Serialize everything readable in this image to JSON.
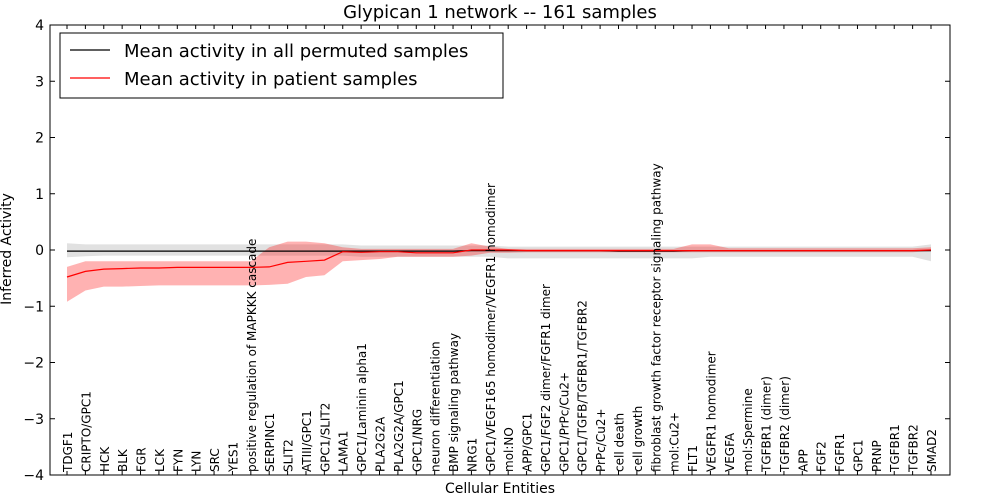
{
  "chart_data": {
    "type": "line",
    "title": "Glypican 1 network -- 161 samples",
    "xlabel": "Cellular Entities",
    "ylabel": "Inferred Activity",
    "ylim": [
      -4,
      4
    ],
    "yticks": [
      "−4",
      "−3",
      "−2",
      "−1",
      "0",
      "1",
      "2",
      "3",
      "4"
    ],
    "legend_position": "top-left",
    "categories": [
      "TDGF1",
      "CRIPTO/GPC1",
      "HCK",
      "BLK",
      "FGR",
      "LCK",
      "FYN",
      "LYN",
      "SRC",
      "YES1",
      "positive regulation of MAPKKK cascade",
      "SERPINC1",
      "SLIT2",
      "ATIII/GPC1",
      "GPC1/SLIT2",
      "LAMA1",
      "GPC1/Laminin alpha1",
      "PLA2G2A",
      "PLA2G2A/GPC1",
      "GPC1/NRG",
      "neuron differentiation",
      "BMP signaling pathway",
      "NRG1",
      "GPC1/VEGF165 homodimer/VEGFR1 homodimer",
      "mol:NO",
      "APP/GPC1",
      "GPC1/FGF2 dimer/FGFR1 dimer",
      "GPC1/PrPc/Cu2+",
      "GPC1/TGFB/TGFBR1/TGFBR2",
      "PrPc/Cu2+",
      "cell death",
      "cell growth",
      "fibroblast growth factor receptor signaling pathway",
      "mol:Cu2+",
      "FLT1",
      "VEGFR1 homodimer",
      "VEGFA",
      "mol:Spermine",
      "TGFBR1 (dimer)",
      "TGFBR2 (dimer)",
      "APP",
      "FGF2",
      "FGFR1",
      "GPC1",
      "PRNP",
      "TGFBR1",
      "TGFBR2",
      "SMAD2"
    ],
    "series": [
      {
        "name": "Mean activity in all permuted samples",
        "color": "#000000",
        "values": [
          -0.02,
          -0.02,
          -0.02,
          -0.02,
          -0.02,
          -0.02,
          -0.02,
          -0.02,
          -0.02,
          -0.02,
          -0.02,
          -0.02,
          -0.02,
          -0.02,
          -0.02,
          -0.02,
          -0.02,
          -0.02,
          -0.02,
          -0.02,
          -0.02,
          -0.02,
          -0.01,
          -0.01,
          -0.01,
          -0.01,
          -0.01,
          -0.01,
          -0.01,
          -0.01,
          -0.02,
          -0.02,
          -0.02,
          -0.02,
          -0.01,
          -0.01,
          -0.01,
          -0.01,
          -0.01,
          -0.01,
          -0.01,
          -0.01,
          -0.01,
          -0.01,
          -0.01,
          -0.01,
          -0.01,
          -0.01
        ],
        "lower": [
          -0.13,
          -0.11,
          -0.1,
          -0.1,
          -0.1,
          -0.1,
          -0.1,
          -0.1,
          -0.1,
          -0.1,
          -0.1,
          -0.1,
          -0.1,
          -0.1,
          -0.1,
          -0.1,
          -0.12,
          -0.12,
          -0.12,
          -0.12,
          -0.12,
          -0.12,
          -0.12,
          -0.12,
          -0.15,
          -0.15,
          -0.15,
          -0.15,
          -0.15,
          -0.15,
          -0.15,
          -0.15,
          -0.15,
          -0.15,
          -0.15,
          -0.12,
          -0.12,
          -0.12,
          -0.12,
          -0.12,
          -0.12,
          -0.12,
          -0.12,
          -0.12,
          -0.12,
          -0.12,
          -0.12,
          -0.2
        ],
        "upper": [
          0.12,
          0.1,
          0.1,
          0.1,
          0.1,
          0.1,
          0.1,
          0.1,
          0.1,
          0.1,
          0.1,
          0.1,
          0.1,
          0.1,
          0.1,
          0.1,
          0.08,
          0.08,
          0.08,
          0.08,
          0.08,
          0.08,
          0.08,
          0.08,
          0.06,
          0.06,
          0.06,
          0.06,
          0.06,
          0.06,
          0.06,
          0.06,
          0.06,
          0.06,
          0.06,
          0.06,
          0.06,
          0.06,
          0.06,
          0.06,
          0.06,
          0.06,
          0.06,
          0.06,
          0.06,
          0.06,
          0.06,
          0.1
        ]
      },
      {
        "name": "Mean activity in patient samples",
        "color": "#ff0000",
        "values": [
          -0.48,
          -0.38,
          -0.34,
          -0.33,
          -0.32,
          -0.32,
          -0.31,
          -0.31,
          -0.31,
          -0.31,
          -0.31,
          -0.3,
          -0.22,
          -0.2,
          -0.18,
          -0.03,
          -0.04,
          -0.03,
          -0.03,
          -0.05,
          -0.05,
          -0.05,
          0.0,
          0.0,
          0.0,
          -0.01,
          -0.01,
          -0.01,
          -0.01,
          -0.01,
          -0.01,
          -0.01,
          -0.01,
          -0.01,
          -0.01,
          -0.01,
          -0.01,
          -0.01,
          -0.01,
          -0.01,
          -0.01,
          -0.01,
          -0.01,
          -0.01,
          -0.01,
          -0.01,
          -0.01,
          0.0
        ],
        "lower": [
          -0.92,
          -0.72,
          -0.65,
          -0.65,
          -0.64,
          -0.63,
          -0.63,
          -0.63,
          -0.63,
          -0.63,
          -0.63,
          -0.62,
          -0.6,
          -0.48,
          -0.45,
          -0.2,
          -0.18,
          -0.16,
          -0.12,
          -0.12,
          -0.12,
          -0.12,
          -0.1,
          -0.05,
          -0.05,
          -0.04,
          -0.04,
          -0.04,
          -0.04,
          -0.04,
          -0.04,
          -0.04,
          -0.04,
          -0.04,
          -0.04,
          -0.04,
          -0.04,
          -0.04,
          -0.04,
          -0.04,
          -0.04,
          -0.04,
          -0.04,
          -0.04,
          -0.04,
          -0.04,
          -0.04,
          -0.02
        ],
        "upper": [
          -0.3,
          -0.2,
          -0.2,
          -0.2,
          -0.2,
          -0.2,
          -0.2,
          -0.2,
          -0.2,
          -0.2,
          -0.2,
          0.05,
          0.15,
          0.15,
          0.12,
          0.05,
          0.02,
          0.02,
          0.02,
          0.02,
          0.02,
          0.02,
          0.12,
          0.06,
          0.02,
          0.02,
          0.02,
          0.02,
          0.02,
          0.02,
          0.02,
          0.02,
          0.02,
          0.02,
          0.1,
          0.1,
          0.03,
          0.03,
          0.03,
          0.03,
          0.03,
          0.03,
          0.03,
          0.03,
          0.03,
          0.03,
          0.03,
          0.05
        ]
      }
    ]
  }
}
